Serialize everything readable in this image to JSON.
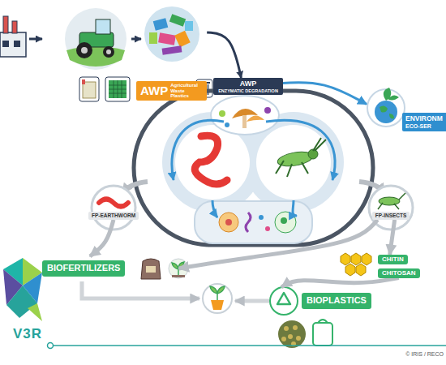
{
  "diagram": {
    "nodes": [
      {
        "text": [
          "AWP",
          "Agricultural Waste Plastics"
        ]
      },
      {
        "text": [
          "AWP",
          "ENZYMATIC DEGRADATION"
        ]
      },
      {
        "text": [
          "ENVIRONM",
          "ECO-SER"
        ]
      },
      {
        "text": [
          "FP-EARTHWORM"
        ]
      },
      {
        "text": [
          "FP-INSECTS"
        ]
      },
      {
        "text": [
          "BIOFERTILIZERS"
        ]
      },
      {
        "text": [
          "CHITIN"
        ]
      },
      {
        "text": [
          "CHITOSAN"
        ]
      },
      {
        "text": [
          "BIOPLASTICS"
        ]
      }
    ],
    "edges": [
      {
        "from": 0,
        "to": 1,
        "arrow": "to"
      },
      {
        "from": 1,
        "to": 2,
        "arrow": "to"
      },
      {
        "from": 3,
        "to": 5,
        "arrow": "to"
      },
      {
        "from": 4,
        "to": 5,
        "arrow": "to"
      },
      {
        "from": 4,
        "to": 6,
        "arrow": "to"
      },
      {
        "from": 7,
        "to": 8,
        "arrow": "to"
      }
    ],
    "labels": [
      "V3R",
      "© IRIS / RECO"
    ]
  }
}
